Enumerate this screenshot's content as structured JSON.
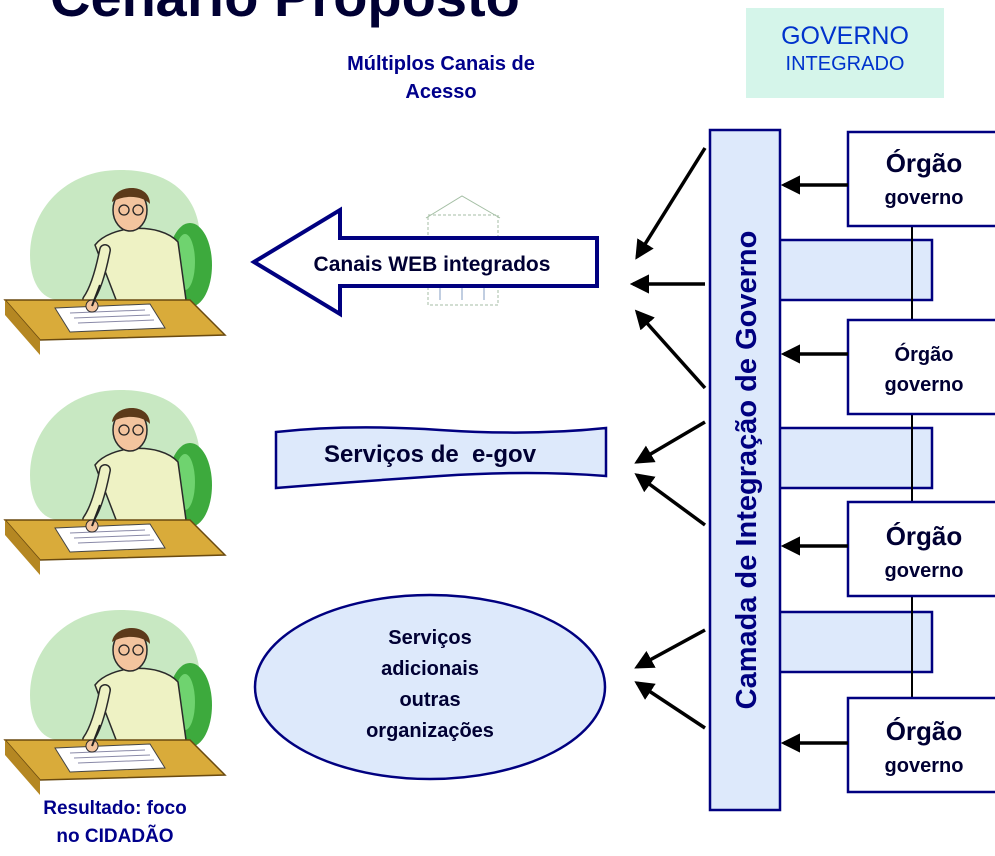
{
  "title": "Cenário Proposto",
  "governo_integrado": {
    "line1": "GOVERNO",
    "line2": "INTEGRADO"
  },
  "channels_heading": {
    "line1": "Múltiplos Canais de",
    "line2": "Acesso"
  },
  "result_caption": {
    "line1": "Resultado: foco",
    "line2": "no CIDADÃO"
  },
  "channels": {
    "web": "Canais WEB integrados",
    "egov": "Serviços de  e-gov",
    "additional": [
      "Serviços",
      "adicionais",
      "outras",
      "organizações"
    ]
  },
  "integration_layer": "Camada de Integração de Governo",
  "organs": [
    {
      "line1": "Órgão",
      "line2": "governo"
    },
    {
      "line1": "Órgão",
      "line2": "governo"
    },
    {
      "line1": "Órgão",
      "line2": "governo"
    },
    {
      "line1": "Órgão",
      "line2": "governo"
    }
  ],
  "colors": {
    "navy": "#000080",
    "light_blue": "#dde9fb",
    "mint": "#d5f5ea",
    "title": "#000033"
  }
}
